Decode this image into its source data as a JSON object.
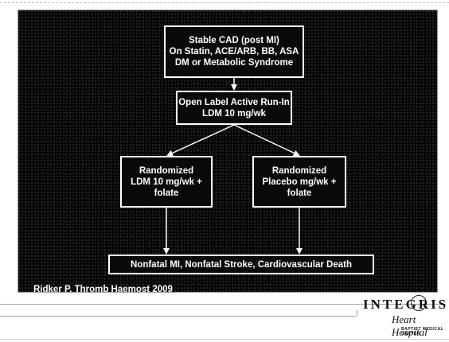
{
  "flowchart": {
    "box1": [
      "Stable CAD (post MI)",
      "On Statin, ACE/ARB, BB, ASA",
      "DM or Metabolic Syndrome"
    ],
    "box2": [
      "Open Label Active Run-In",
      "LDM 10 mg/wk"
    ],
    "box3": [
      "Randomized",
      "LDM 10 mg/wk +",
      "folate"
    ],
    "box4": [
      "Randomized",
      "Placebo mg/wk +",
      "folate"
    ],
    "box5": [
      "Nonfatal MI, Nonfatal Stroke, Cardiovascular Death"
    ]
  },
  "citation": "Ridker P. Thromb Haemost 2009",
  "logo": {
    "main": "INTEGRIS",
    "script": "Heart Hospital",
    "small": "BAPTIST MEDICAL CENTER"
  },
  "colors": {
    "slide_background": "#050505",
    "box_border": "#ffffff",
    "text": "#ffffff"
  }
}
